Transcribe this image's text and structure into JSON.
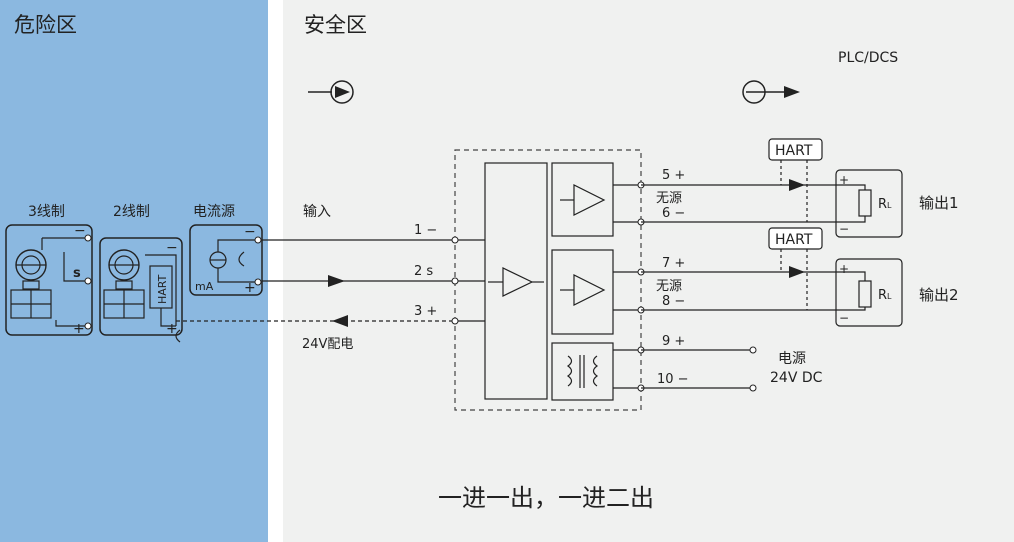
{
  "zones": {
    "hazard_title": "危险区",
    "safe_title": "安全区"
  },
  "header": {
    "plc_dcs": "PLC/DCS"
  },
  "field_devices": {
    "three_wire_label": "3线制",
    "two_wire_label": "2线制",
    "current_source_label": "电流源",
    "three_wire_minus": "−",
    "three_wire_s": "s",
    "three_wire_plus": "+",
    "two_wire_minus": "−",
    "two_wire_plus": "+",
    "hart_box": "HART",
    "source_minus": "−",
    "source_plus": "+",
    "source_ma": "mA"
  },
  "input": {
    "label": "输入",
    "terminal_1": "1 −",
    "terminal_2": "2 s",
    "terminal_3": "3 +",
    "power_label": "24V配电"
  },
  "outputs": {
    "hart_1": "HART",
    "hart_2": "HART",
    "t5": "5 +",
    "t6": "6 −",
    "t7": "7 +",
    "t8": "8 −",
    "t9": "9 +",
    "t10": "10 −",
    "passive_1": "无源",
    "passive_2": "无源",
    "load_1": "R",
    "load_1_sub": "L",
    "load_2": "R",
    "load_2_sub": "L",
    "load_1_plus": "+",
    "load_1_minus": "−",
    "load_2_plus": "+",
    "load_2_minus": "−",
    "output_1_label": "输出1",
    "output_2_label": "输出2",
    "supply_label": "电源",
    "supply_value": "24V DC"
  },
  "caption": "一进一出，一进二出",
  "colors": {
    "hazard_bg": "#8bb8e0",
    "safe_bg": "#f0f1f0",
    "line": "#333333"
  }
}
